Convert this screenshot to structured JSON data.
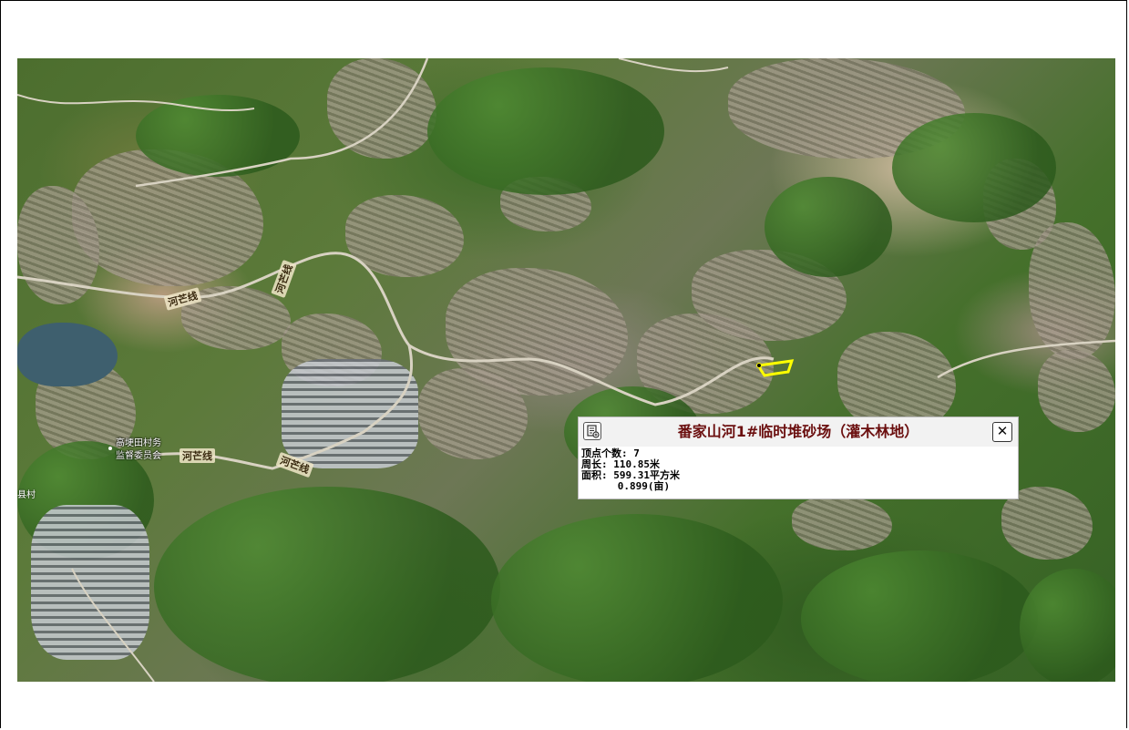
{
  "map": {
    "road_labels": [
      "河芒线",
      "河芒线",
      "河芒线",
      "河芒线"
    ],
    "place_labels": [
      "高埂田村务",
      "监督委员会"
    ],
    "edge_label": "县村",
    "feature_color": "#ffff00"
  },
  "popup": {
    "title": "番家山河1#临时堆砂场（灌木林地）",
    "close_symbol": "✕",
    "header_icon": "list-export-icon",
    "rows": [
      {
        "label": "顶点个数:",
        "value": "7"
      },
      {
        "label": "周长:",
        "value": "110.85米"
      },
      {
        "label": "面积:",
        "value": "599.31平方米"
      },
      {
        "label": "",
        "value": "0.899(亩)"
      }
    ],
    "title_color": "#6b0f0f"
  }
}
